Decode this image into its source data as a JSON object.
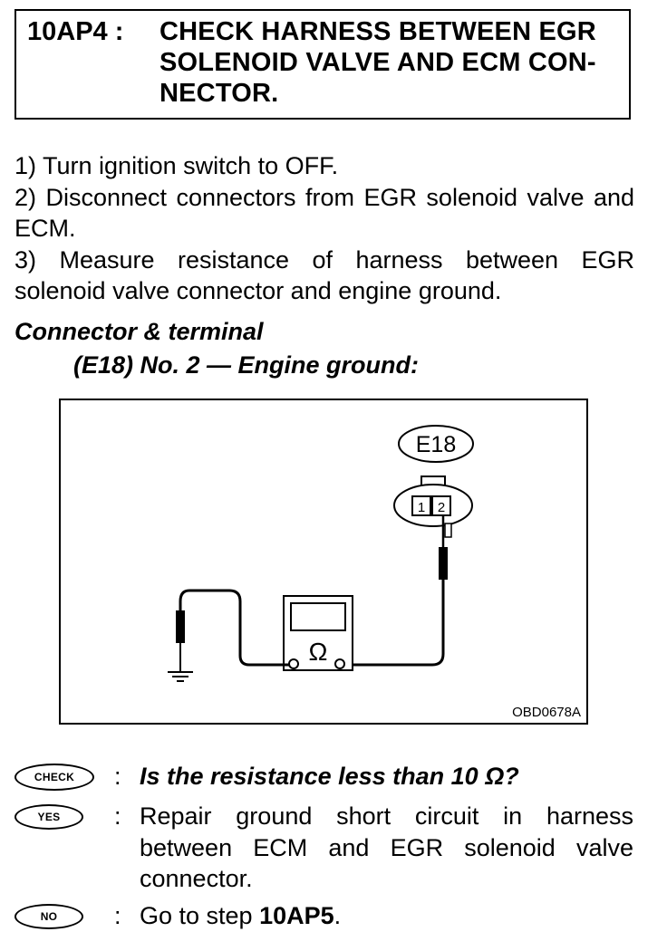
{
  "header": {
    "step_id": "10AP4 :",
    "title": "CHECK HARNESS BETWEEN EGR SOLENOID VALVE AND ECM CON-NECTOR."
  },
  "steps": [
    "1)  Turn ignition switch to OFF.",
    "2)  Disconnect connectors from EGR solenoid valve and ECM.",
    "3)  Measure resistance of harness between EGR solenoid valve connector and engine ground."
  ],
  "spec": {
    "line1": "Connector & terminal",
    "line2": "(E18) No. 2 — Engine ground:"
  },
  "figure": {
    "connector_label": "E18",
    "pin1": "1",
    "pin2": "2",
    "meter_symbol": "Ω",
    "code": "OBD0678A"
  },
  "qa": {
    "check_badge": "CHECK",
    "check_colon": ":",
    "check_text": "Is the resistance less than 10 Ω?",
    "yes_badge": "YES",
    "yes_colon": ":",
    "yes_text": "Repair ground short circuit in harness between ECM and EGR solenoid valve connector.",
    "no_badge": "NO",
    "no_colon": ":",
    "no_text_prefix": "Go to step ",
    "no_text_step": "10AP5",
    "no_text_suffix": "."
  }
}
